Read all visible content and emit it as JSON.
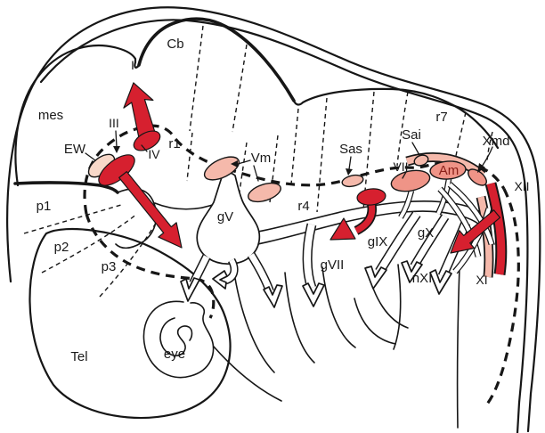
{
  "colors": {
    "red": "#d6202f",
    "pink": "#ef9487",
    "pale_pink": "#f5b9ab",
    "palest_pink": "#f8d8c9",
    "line": "#161616",
    "label": "#1a1a1a",
    "am_label": "#8a2018"
  },
  "labels": {
    "mes": "mes",
    "cb": "Cb",
    "isthmus": "I",
    "n3": "III",
    "n4": "IV",
    "r1": "r1",
    "ew": "EW",
    "vm": "Vm",
    "p1": "p1",
    "p2": "p2",
    "p3": "p3",
    "tel": "Tel",
    "eye": "eye",
    "gv": "gV",
    "r4": "r4",
    "sas": "Sas",
    "sai": "Sai",
    "r7": "r7",
    "xmd": "Xmd",
    "n7": "VII",
    "am": "Am",
    "n12": "XII",
    "n11": "XI",
    "gvii": "gVII",
    "gix": "gIX",
    "gx": "gX",
    "nxi": "nXI"
  }
}
